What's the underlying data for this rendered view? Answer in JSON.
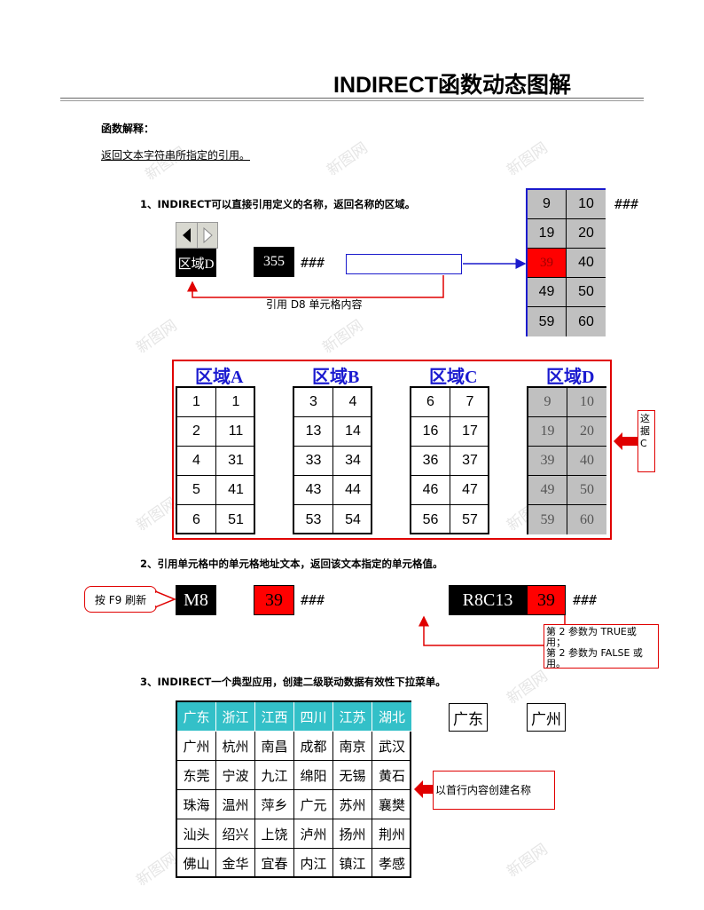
{
  "title": "INDIRECT函数动态图解",
  "func_heading": "函数解释：",
  "func_desc": "返回文本字符串所指定的引用。",
  "section1": "1、INDIRECT可以直接引用定义的名称，返回名称的区域。",
  "section2": "2、引用单元格中的单元格地址文本，返回该文本指定的单元格值。",
  "section3": "3、INDIRECT一个典型应用，创建二级联动数据有效性下拉菜单。",
  "watermark": "新图网",
  "s1": {
    "region_name": "区域D",
    "value": "355",
    "hash": "###",
    "ref_note": "引用 D8 单元格内容",
    "side_hash": "###",
    "result_grid": [
      [
        "9",
        "10"
      ],
      [
        "19",
        "20"
      ],
      [
        "39",
        "40"
      ],
      [
        "49",
        "50"
      ],
      [
        "59",
        "60"
      ]
    ]
  },
  "regions": [
    {
      "label": "区域A",
      "cells": [
        [
          "1",
          "1"
        ],
        [
          "2",
          "11"
        ],
        [
          "4",
          "31"
        ],
        [
          "5",
          "41"
        ],
        [
          "6",
          "51"
        ]
      ]
    },
    {
      "label": "区域B",
      "cells": [
        [
          "3",
          "4"
        ],
        [
          "13",
          "14"
        ],
        [
          "33",
          "34"
        ],
        [
          "43",
          "44"
        ],
        [
          "53",
          "54"
        ]
      ]
    },
    {
      "label": "区域C",
      "cells": [
        [
          "6",
          "7"
        ],
        [
          "16",
          "17"
        ],
        [
          "36",
          "37"
        ],
        [
          "46",
          "47"
        ],
        [
          "56",
          "57"
        ]
      ]
    },
    {
      "label": "区域D",
      "cells": [
        [
          "9",
          "10"
        ],
        [
          "19",
          "20"
        ],
        [
          "39",
          "40"
        ],
        [
          "49",
          "50"
        ],
        [
          "59",
          "60"
        ]
      ]
    }
  ],
  "region_callout": "这\n据\nC",
  "s2": {
    "f9_note": "按 F9 刷新",
    "a1_ref": "M8",
    "a1_value": "39",
    "a1_hash": "###",
    "r1c1_ref": "R8C13",
    "r1c1_value": "39",
    "r1c1_hash": "###",
    "param_note_line1": "第 2 参数为 TRUE或",
    "param_note_line2": "用；",
    "param_note_line3": "第 2 参数为 FALSE 或",
    "param_note_line4": "用。"
  },
  "s3": {
    "headers": [
      "广东",
      "浙江",
      "江西",
      "四川",
      "江苏",
      "湖北"
    ],
    "rows": [
      [
        "广州",
        "杭州",
        "南昌",
        "成都",
        "南京",
        "武汉"
      ],
      [
        "东莞",
        "宁波",
        "九江",
        "绵阳",
        "无锡",
        "黄石"
      ],
      [
        "珠海",
        "温州",
        "萍乡",
        "广元",
        "苏州",
        "襄樊"
      ],
      [
        "汕头",
        "绍兴",
        "上饶",
        "泸州",
        "扬州",
        "荆州"
      ],
      [
        "佛山",
        "金华",
        "宜春",
        "内江",
        "镇江",
        "孝感"
      ]
    ],
    "province_select": "广东",
    "city_select": "广州",
    "name_note": "以首行内容创建名称"
  },
  "colors": {
    "header_teal": "#33c0c8",
    "highlight_red": "#ff0000",
    "region_blue": "#1a1ad0",
    "gray_cell": "#c0c0c0"
  }
}
